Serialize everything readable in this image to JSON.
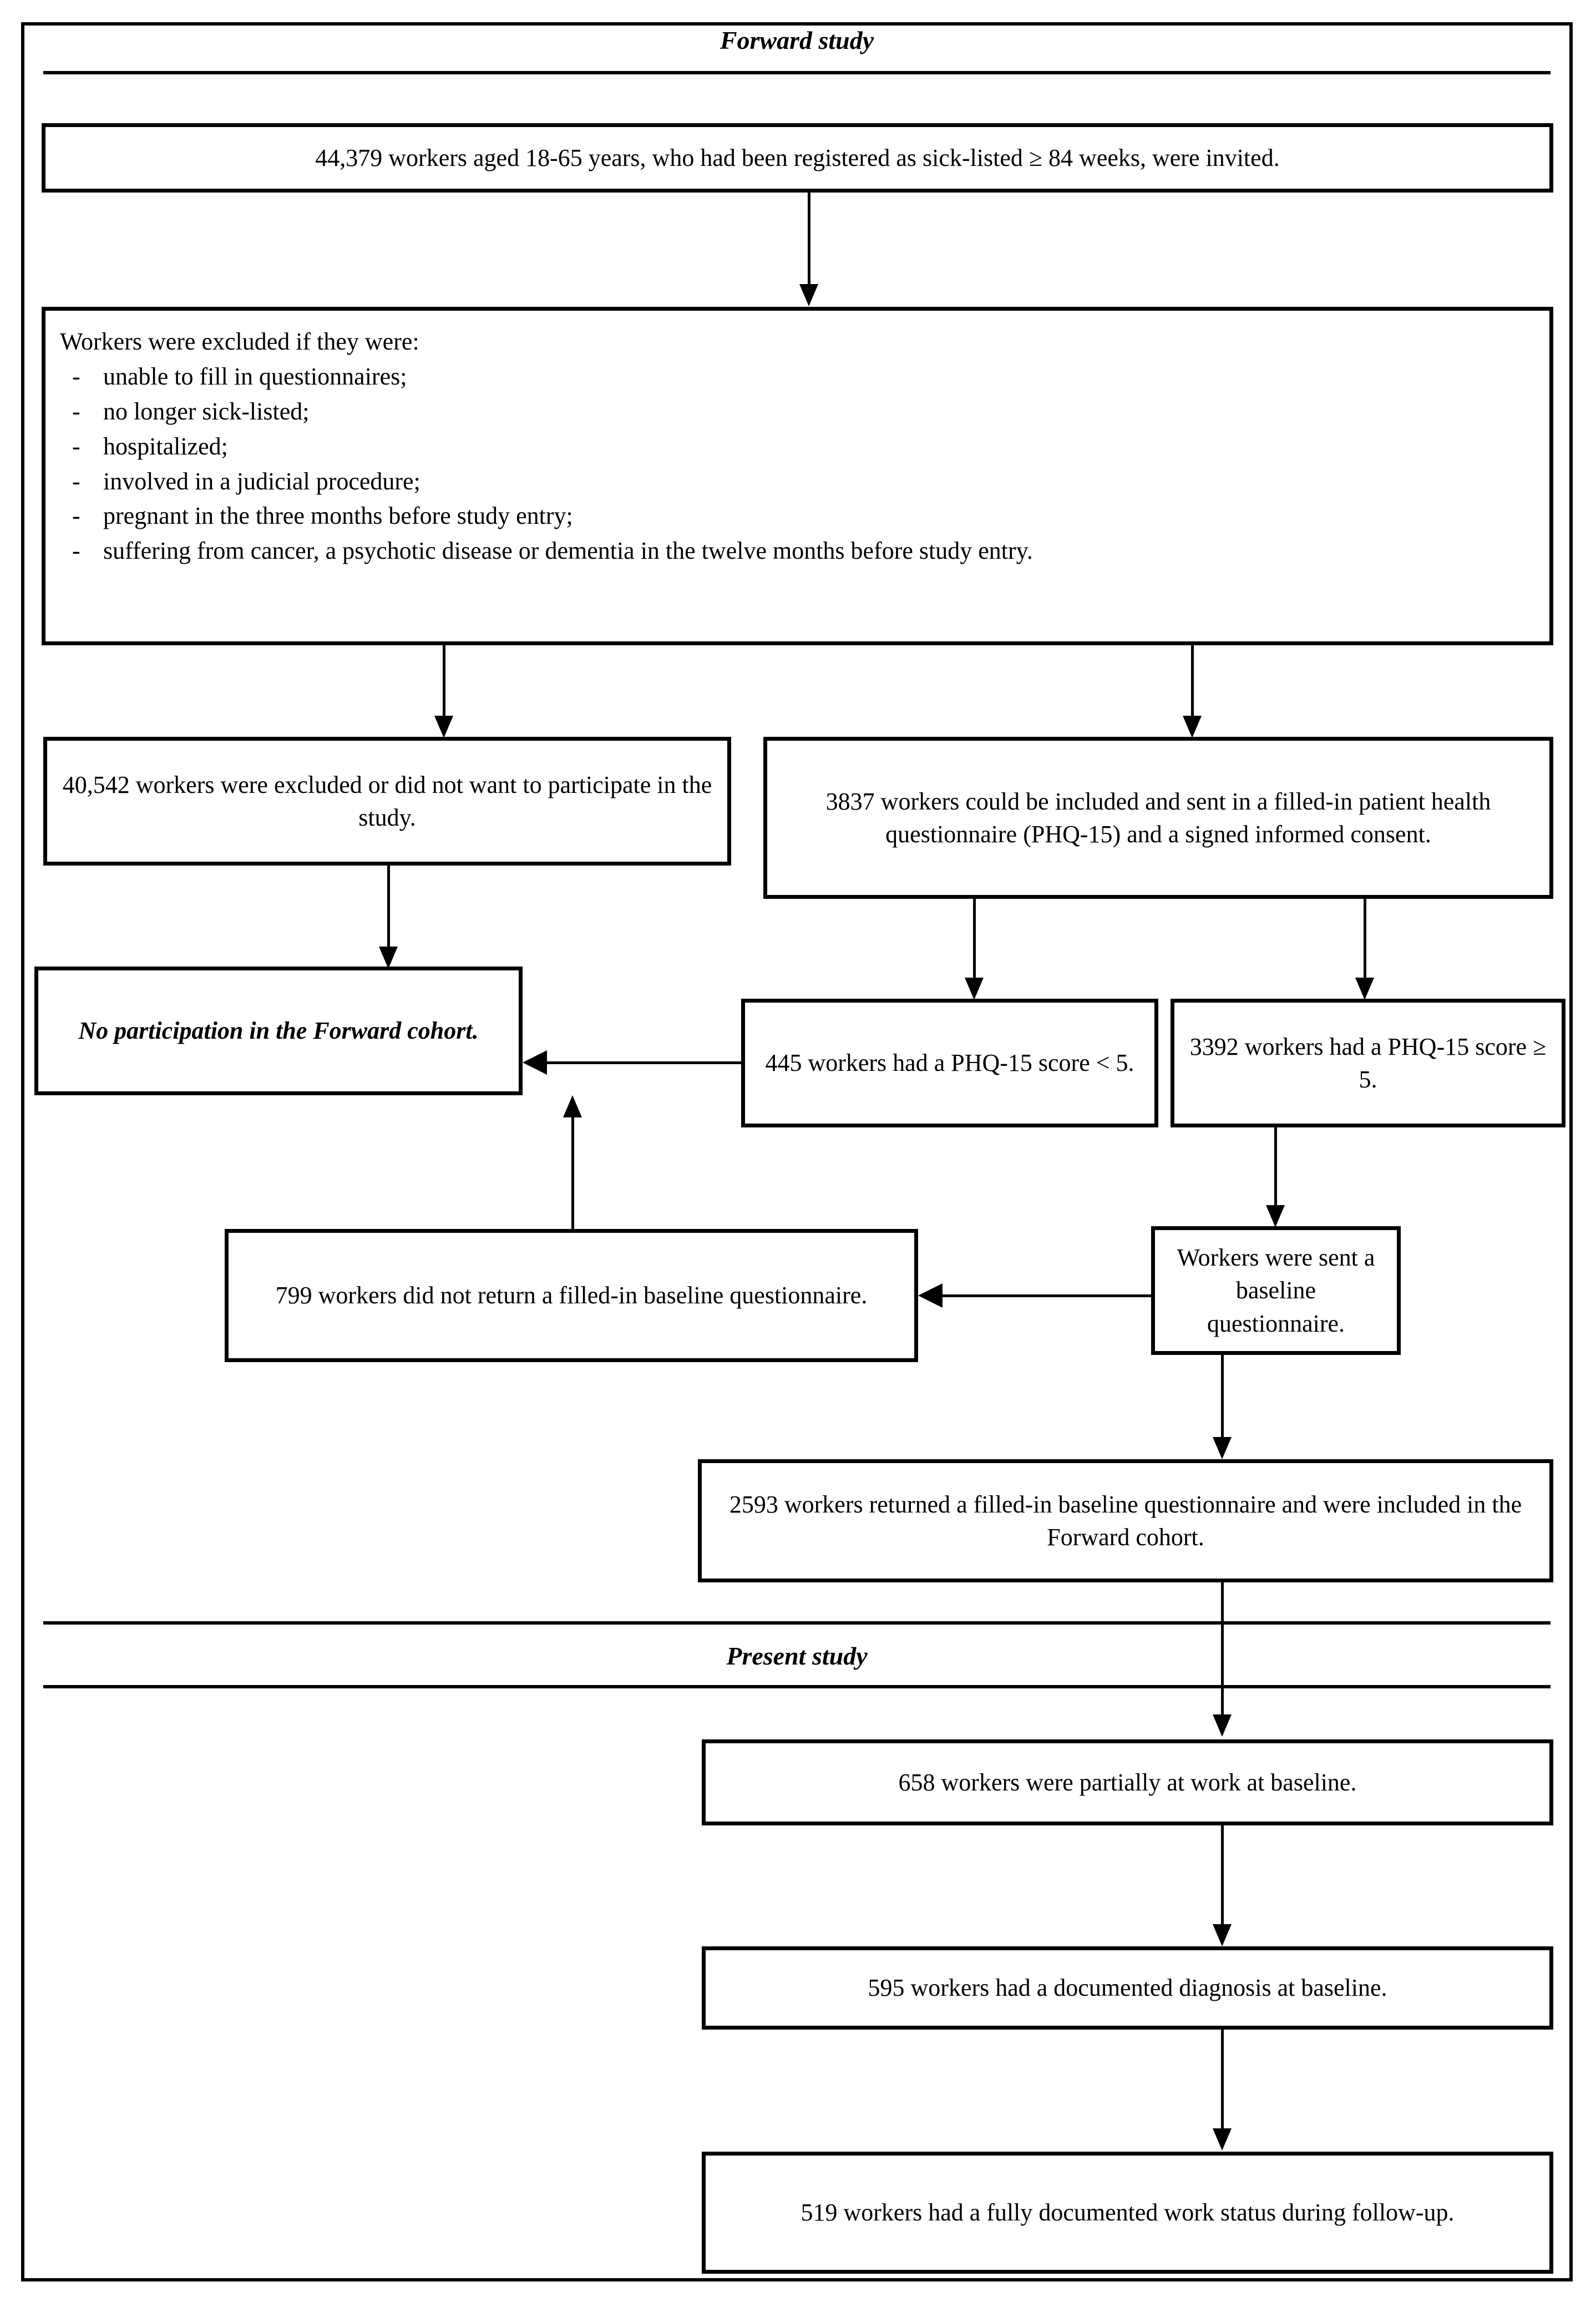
{
  "figure": {
    "type": "flowchart",
    "sections": [
      {
        "id": "forward",
        "title": "Forward study"
      },
      {
        "id": "present",
        "title": "Present study"
      }
    ]
  },
  "nodes": {
    "invited": "44,379 workers aged 18-65 years, who had been registered as sick-listed ≥ 84 weeks, were invited.",
    "exclusion_intro": "Workers were excluded if they were:",
    "exclusion_items": [
      "unable to fill in questionnaires;",
      "no longer sick-listed;",
      "hospitalized;",
      "involved in a judicial procedure;",
      "pregnant in the three months before study entry;",
      "suffering from cancer, a psychotic disease or dementia in the twelve months before study entry."
    ],
    "excluded": "40,542 workers were excluded or did not want to participate in the study.",
    "included": "3837 workers could be included and sent in a filled-in patient health questionnaire (PHQ-15) and a signed informed consent.",
    "no_participation": "No participation in the Forward cohort.",
    "phq_low": "445 workers had a PHQ-15 score < 5.",
    "phq_high": "3392 workers had a PHQ-15 score ≥ 5.",
    "no_return": "799 workers did not return a filled-in baseline questionnaire.",
    "sent_baseline": "Workers were sent a baseline questionnaire.",
    "returned_baseline": "2593 workers returned a filled-in baseline questionnaire and were included in the Forward cohort.",
    "partially_at_work": "658 workers were partially at work at baseline.",
    "documented_diagnosis": "595 workers had a documented diagnosis at baseline.",
    "documented_work_status": "519 workers had a fully documented work status during follow-up."
  },
  "list_marker": "-",
  "colors": {
    "ink": "#000000",
    "paper": "#ffffff"
  }
}
